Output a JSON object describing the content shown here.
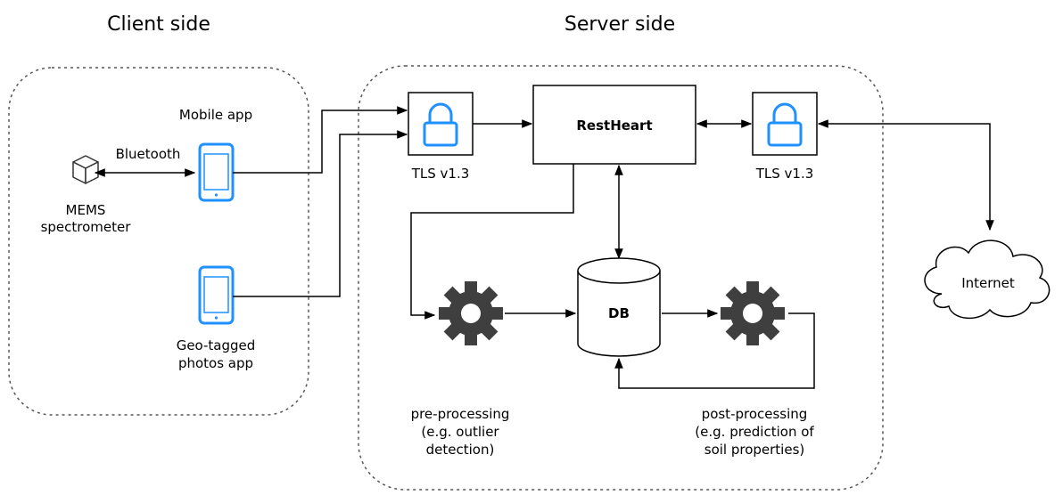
{
  "regions": {
    "client_title": "Client side",
    "server_title": "Server side"
  },
  "nodes": {
    "mobile_app": "Mobile app",
    "bluetooth": "Bluetooth",
    "mems": [
      "MEMS",
      "spectrometer"
    ],
    "geo_app": [
      "Geo-tagged",
      "photos app"
    ],
    "tls_left": "TLS v1.3",
    "tls_right": "TLS v1.3",
    "restheart": "RestHeart",
    "db": "DB",
    "internet": "Internet",
    "pre_processing": [
      "pre-processing",
      "(e.g. outlier",
      "detection)"
    ],
    "post_processing": [
      "post-processing",
      "(e.g. prediction of",
      "soil properties)"
    ]
  },
  "colors": {
    "device_blue": "#1e90ff",
    "lock_blue": "#1e90ff",
    "gear_gray": "#3f3f3f",
    "line": "#000000"
  },
  "icons": [
    "sensor-cube-icon",
    "smartphone-icon",
    "lock-icon",
    "gear-icon",
    "database-icon",
    "cloud-icon"
  ]
}
